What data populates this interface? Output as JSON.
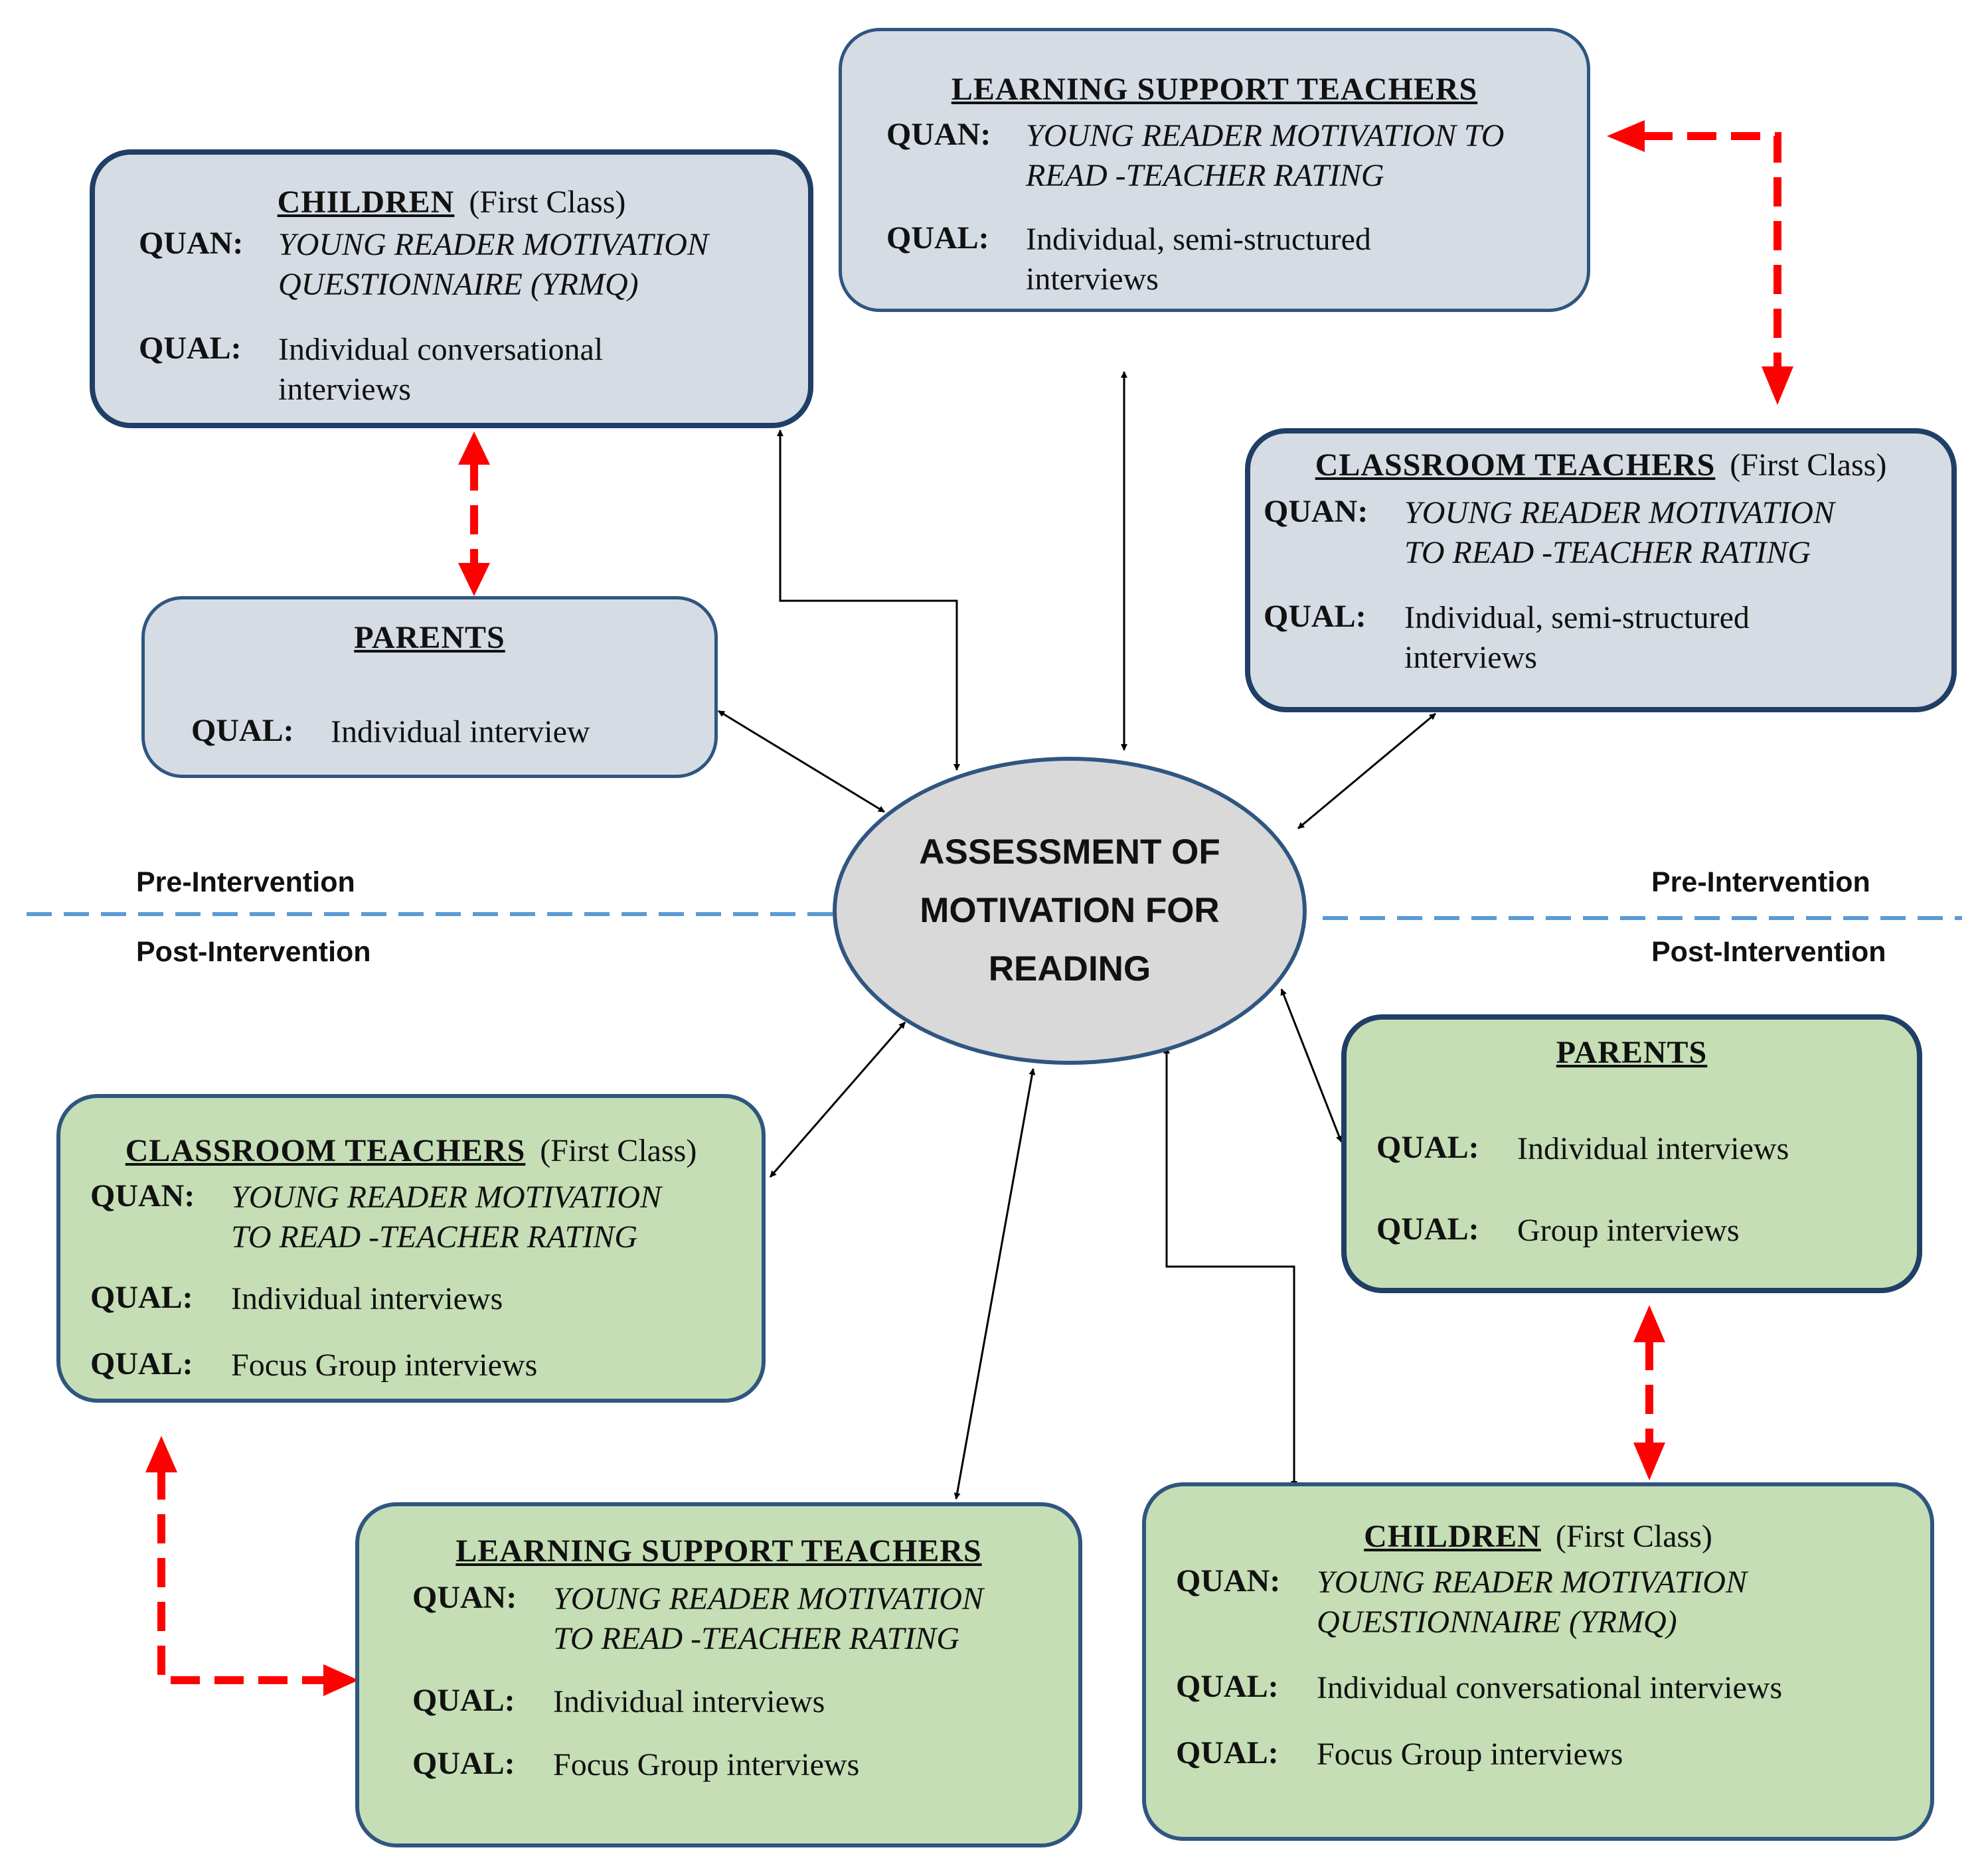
{
  "center": {
    "lines": [
      "ASSESSMENT OF",
      "MOTIVATION FOR",
      "READING"
    ]
  },
  "phase_labels": {
    "pre": "Pre-Intervention",
    "post": "Post-Intervention"
  },
  "pre": {
    "learning_support": {
      "title": "LEARNING  SUPPORT TEACHERS",
      "quan_label": "QUAN:",
      "quan": [
        "YOUNG READER MOTIVATION TO",
        "READ -TEACHER RATING"
      ],
      "qual_label": "QUAL:",
      "qual": [
        "Individual, semi-structured",
        "interviews"
      ]
    },
    "children": {
      "title": "CHILDREN",
      "subtitle": "(First Class)",
      "quan_label": "QUAN:",
      "quan": [
        "YOUNG READER MOTIVATION",
        "QUESTIONNAIRE  (YRMQ)"
      ],
      "qual_label": "QUAL:",
      "qual": [
        "Individual  conversational",
        "interviews"
      ]
    },
    "classroom": {
      "title": "CLASSROOM  TEACHERS",
      "subtitle": "(First Class)",
      "quan_label": "QUAN:",
      "quan": [
        "YOUNG READER MOTIVATION",
        "TO READ -TEACHER RATING"
      ],
      "qual_label": "QUAL:",
      "qual": [
        "Individual,  semi-structured",
        "interviews"
      ]
    },
    "parents": {
      "title": "PARENTS",
      "qual_label": "QUAL:",
      "qual": [
        "Individual  interview"
      ]
    }
  },
  "post": {
    "classroom": {
      "title": "CLASSROOM  TEACHERS",
      "subtitle": "(First Class)",
      "quan_label": "QUAN:",
      "quan": [
        "YOUNG READER MOTIVATION",
        "TO READ -TEACHER RATING"
      ],
      "qual1_label": "QUAL:",
      "qual1": "Individual  interviews",
      "qual2_label": "QUAL:",
      "qual2": "Focus Group interviews"
    },
    "parents": {
      "title": "PARENTS",
      "qual1_label": "QUAL:",
      "qual1": "Individual  interviews",
      "qual2_label": "QUAL:",
      "qual2": "Group  interviews"
    },
    "learning_support": {
      "title": "LEARNING  SUPPORT TEACHERS",
      "quan_label": "QUAN:",
      "quan": [
        "YOUNG READER MOTIVATION",
        "TO READ -TEACHER RATING"
      ],
      "qual1_label": "QUAL:",
      "qual1": "Individual  interviews",
      "qual2_label": "QUAL:",
      "qual2": "Focus Group interviews"
    },
    "children": {
      "title": "CHILDREN",
      "subtitle": "(First Class)",
      "quan_label": "QUAN:",
      "quan": [
        "YOUNG READER MOTIVATION",
        "QUESTIONNAIRE  (YRMQ)"
      ],
      "qual1_label": "QUAL:",
      "qual1": "Individual  conversational  interviews",
      "qual2_label": "QUAL:",
      "qual2": "Focus Group interviews"
    }
  },
  "colors": {
    "pre_fill": "#d6dce4",
    "post_fill": "#c5deb5",
    "border": "#2f5680",
    "center_fill": "#d9d9d9",
    "divider": "#5b9bd5",
    "dashed_link": "#ff0000",
    "arrow": "#000000"
  }
}
